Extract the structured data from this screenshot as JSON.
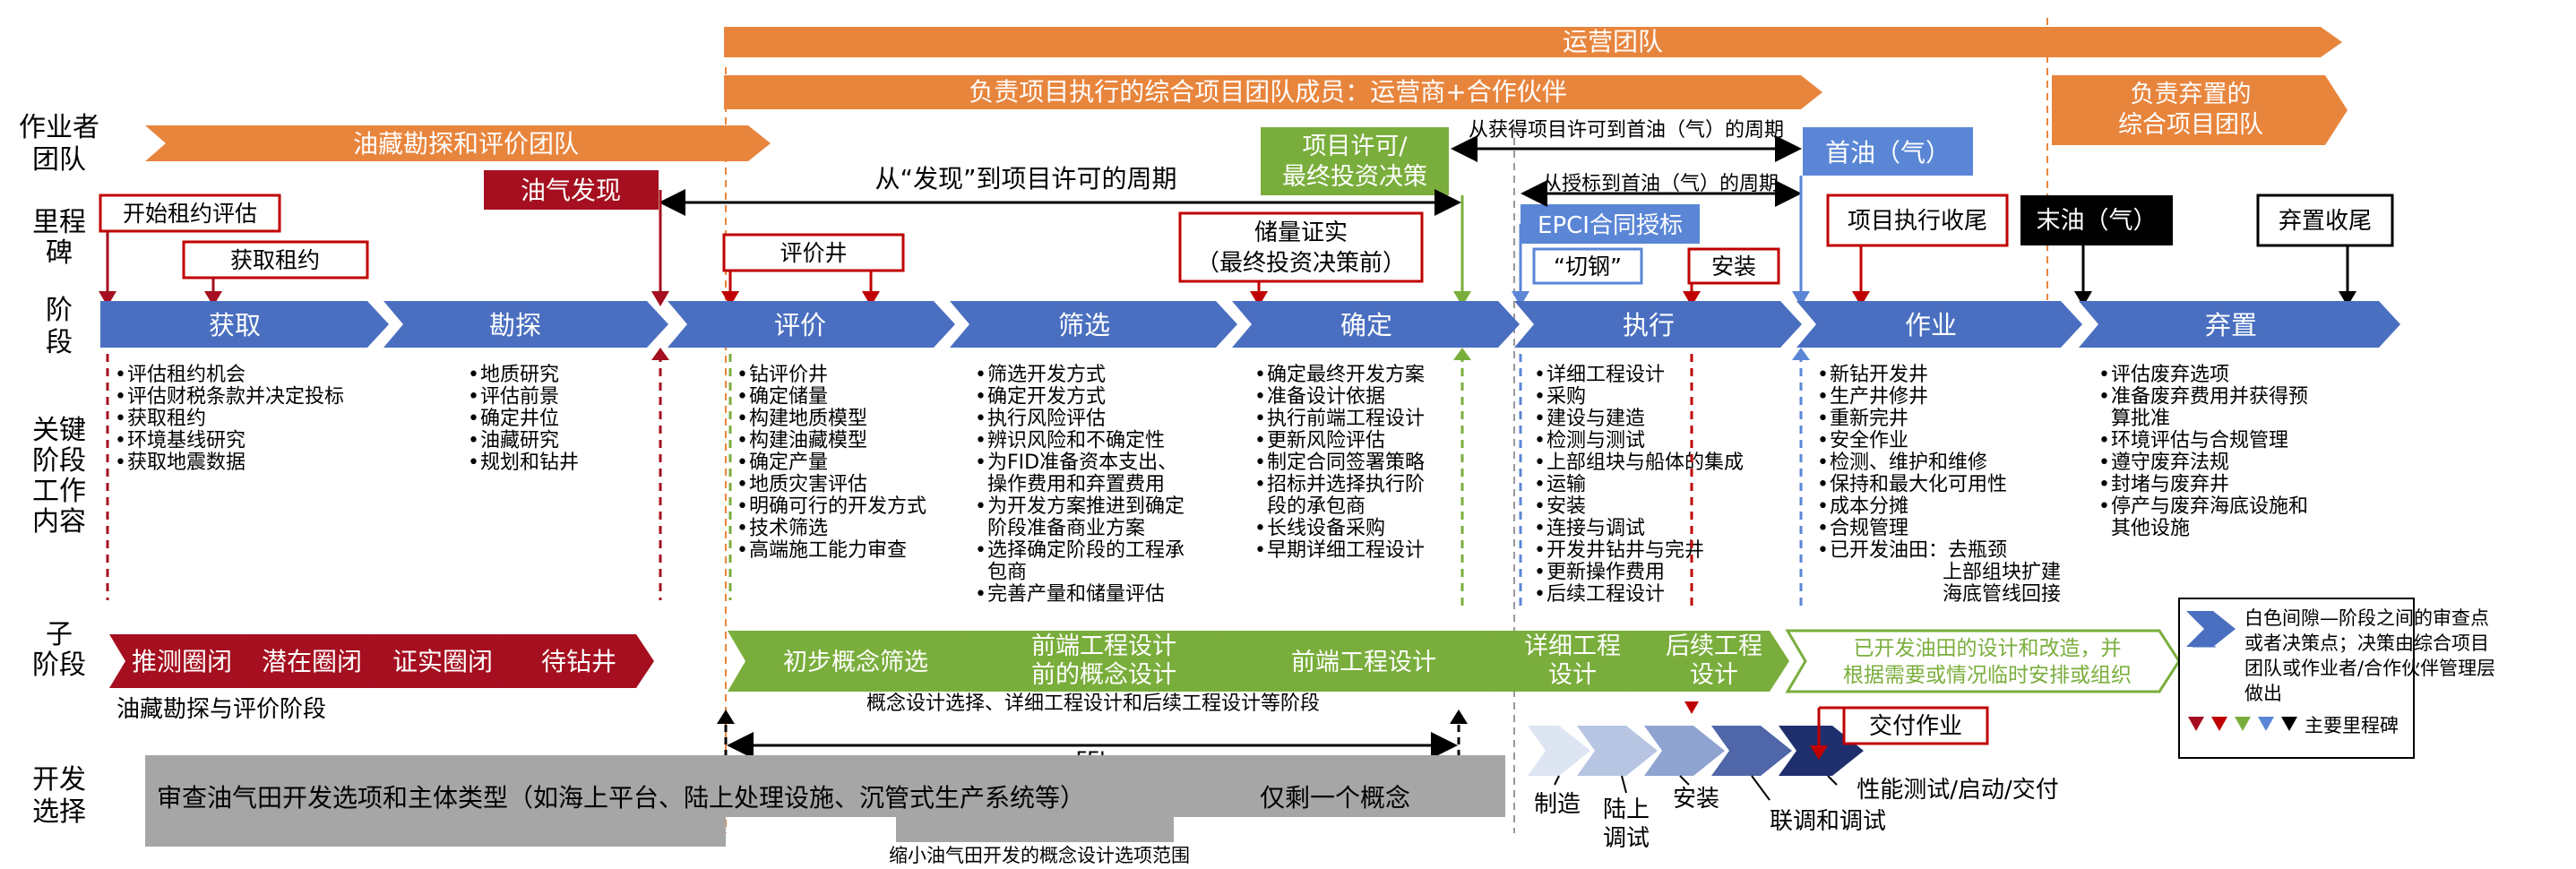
{
  "left_labels": {
    "team": [
      "作业者",
      "团队"
    ],
    "milestone": [
      "里程",
      "碑"
    ],
    "phase": [
      "阶",
      "段"
    ],
    "work": [
      "关键",
      "阶段",
      "工作",
      "内容"
    ],
    "subphase": [
      "子",
      "阶段"
    ],
    "devsel": [
      "开发",
      "选择"
    ]
  },
  "banners": {
    "ops_team": "运营团队",
    "integrated_team": "负责项目执行的综合项目团队成员：运营商+合作伙伴",
    "explore_team": "油藏勘探和评价团队",
    "abandon_team": [
      "负责弃置的",
      "综合项目团队"
    ]
  },
  "milestones": {
    "discovery": "油气发现",
    "project_approval": [
      "项目许可/",
      "最终投资决策"
    ],
    "first_oil": "首油（气）",
    "epci": "EPCI合同授标",
    "start_lease": "开始租约评估",
    "get_lease": "获取租约",
    "appraisal_well": "评价井",
    "reserves": [
      "储量证实",
      "（最终投资决策前）"
    ],
    "steel_cut": "“切钢”",
    "install": "安装",
    "exec_close": "项目执行收尾",
    "last_oil": "末油（气）",
    "abandon_close": "弃置收尾",
    "handover": "交付作业"
  },
  "periods": {
    "discovery_to_approval": "从“发现”到项目许可的周期",
    "approval_to_first": "从获得项目许可到首油（气）的周期",
    "award_to_first": "从授标到首油（气）的周期"
  },
  "phases": [
    "获取",
    "勘探",
    "评价",
    "筛选",
    "确定",
    "执行",
    "作业",
    "弃置"
  ],
  "work_items": {
    "acquire": [
      "评估租约机会",
      "评估财税条款并决定投标",
      "获取租约",
      "环境基线研究",
      "获取地震数据"
    ],
    "explore": [
      "地质研究",
      "评估前景",
      "确定井位",
      "油藏研究",
      "规划和钻井"
    ],
    "appraise": [
      "钻评价井",
      "确定储量",
      "构建地质模型",
      "构建油藏模型",
      "确定产量",
      "地质灾害评估",
      "明确可行的开发方式",
      "技术筛选",
      "高端施工能力审查"
    ],
    "select": [
      "筛选开发方式",
      "确定开发方式",
      "执行风险评估",
      "辨识风险和不确定性",
      "为FID准备资本支出、",
      "操作费用和弃置费用",
      "为开发方案推进到确定",
      "阶段准备商业方案",
      "选择确定阶段的工程承",
      "包商",
      "完善产量和储量评估"
    ],
    "define": [
      "确定最终开发方案",
      "准备设计依据",
      "执行前端工程设计",
      "更新风险评估",
      "制定合同签署策略",
      "招标并选择执行阶",
      "段的承包商",
      "长线设备采购",
      "早期详细工程设计"
    ],
    "execute": [
      "详细工程设计",
      "采购",
      "建设与建造",
      "检测与测试",
      "上部组块与船体的集成",
      "运输",
      "安装",
      "连接与调试",
      "开发井钻井与完井",
      "更新操作费用",
      "后续工程设计"
    ],
    "operate": [
      "新钻开发井",
      "生产井修井",
      "重新完井",
      "安全作业",
      "检测、维护和维修",
      "保持和最大化可用性",
      "成本分摊",
      "合规管理",
      "已开发油田：去瓶颈",
      "上部组块扩建",
      "海底管线回接"
    ],
    "abandon": [
      "评估废弃选项",
      "准备废弃费用并获得预",
      "算批准",
      "环境评估与合规管理",
      "遵守废弃法规",
      "封堵与废弃井",
      "停产与废弃海底设施和",
      "其他设施"
    ]
  },
  "subphases": {
    "red": [
      "推测圈闭",
      "潜在圈闭",
      "证实圈闭",
      "待钻井"
    ],
    "red_caption": "油藏勘探与评价阶段",
    "green": [
      [
        "初步概念筛选"
      ],
      [
        "前端工程设计",
        "前的概念设计"
      ],
      [
        "前端工程设计"
      ],
      [
        "详细工程",
        "设计"
      ],
      [
        "后续工程",
        "设计"
      ]
    ],
    "green_outline": [
      "已开发油田的设计和改造，并",
      "根据需要或情况临时安排或组织"
    ],
    "concept_caption": "概念设计选择、详细工程设计和后续工程设计等阶段",
    "fel": "FEL"
  },
  "dev_selection": {
    "review": "审查油气田开发选项和主体类型（如海上平台、陆上处理设施、沉管式生产系统等）",
    "one_concept": "仅剩一个概念",
    "narrow": "缩小油气田开发的概念设计选项范围",
    "steps": [
      "制造",
      "陆上",
      "调试",
      "安装",
      "联调和调试",
      "性能测试/启动/交付"
    ]
  },
  "legend": {
    "text": [
      "白色间隙—阶段之间的审查点",
      "或者决策点；决策由综合项目",
      "团队或作业者/合作伙伴管理层",
      "做出"
    ],
    "main_milestones": "主要里程碑"
  },
  "colors": {
    "orange": "#E8853D",
    "blue": "#4A6FC0",
    "darkred": "#A50F1F",
    "green": "#7AAE3C",
    "lightblue": "#5B86D6",
    "gray": "#A6A6A6",
    "outline_red": "#C00000"
  }
}
